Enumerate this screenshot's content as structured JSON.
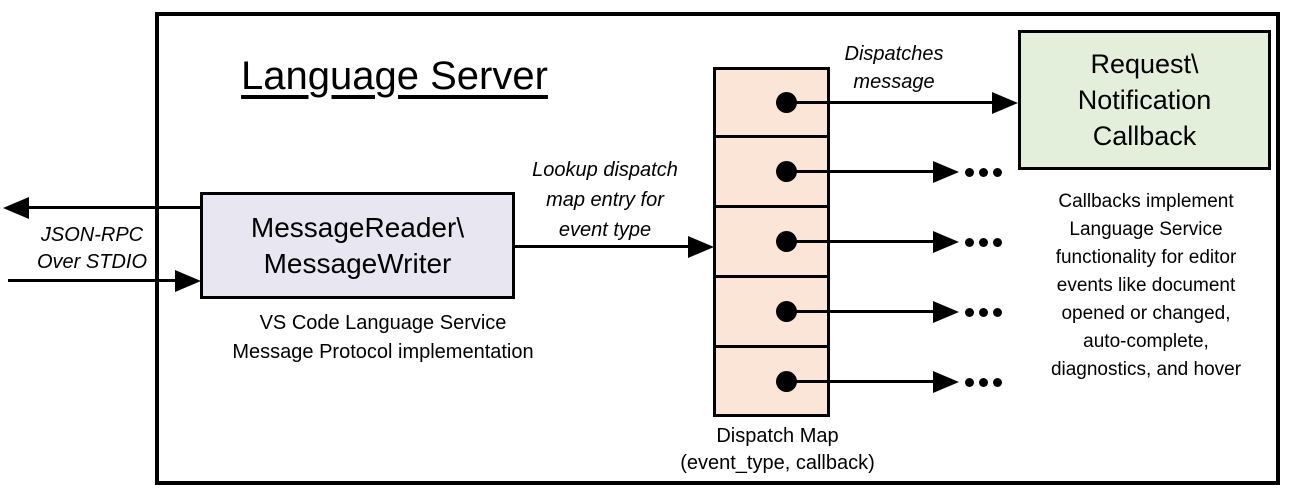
{
  "diagram": {
    "title": "Language Server",
    "io_label": "JSON-RPC\nOver STDIO",
    "reader_box": {
      "label": "MessageReader\\\nMessageWriter",
      "caption": "VS Code Language Service\nMessage Protocol implementation"
    },
    "lookup_label": "Lookup dispatch\nmap entry for\nevent type",
    "dispatches_label": "Dispatches\nmessage",
    "dispatch_map": {
      "label": "Dispatch Map\n(event_type, callback)",
      "cell_count": 5
    },
    "callback_box": {
      "label": "Request\\\nNotification\nCallback"
    },
    "callbacks_note": "Callbacks implement\nLanguage Service\nfunctionality for editor\nevents like document\nopened or changed,\nauto-complete,\ndiagnostics, and hover",
    "icons": {
      "ellipsis": "..."
    },
    "colors": {
      "stroke": "#000000",
      "reader_fill": "#E8E7F1",
      "map_fill": "#FBE5D6",
      "callback_fill": "#E3EFDA",
      "background": "#FFFFFF"
    }
  }
}
